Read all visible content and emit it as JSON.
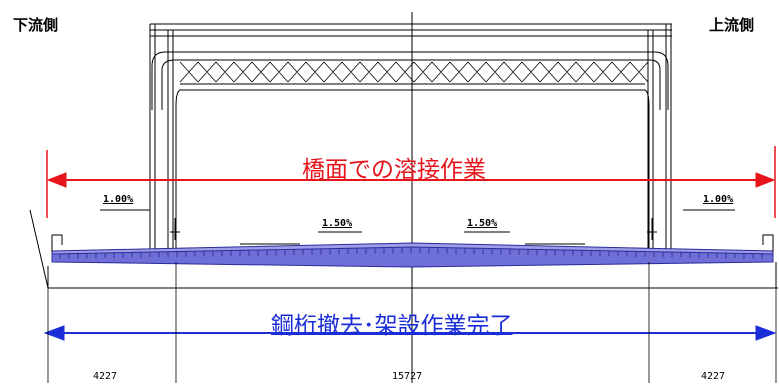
{
  "labels": {
    "downstream": "下流側",
    "upstream": "上流側",
    "welding_work": "橋面での溶接作業",
    "steel_girder_work": "鋼桁撤去･架設作業完了"
  },
  "grades": {
    "left_outer": "1.00%",
    "left_inner": "1.50%",
    "right_inner": "1.50%",
    "right_outer": "1.00%"
  },
  "dimensions": {
    "left": "4227",
    "center": "15727",
    "right": "4227"
  },
  "colors": {
    "red_arrow": "#e8141c",
    "blue_arrow": "#1a2dd6",
    "deck_fill": "#6f6fd8",
    "deck_stroke": "#2b2b9a"
  }
}
